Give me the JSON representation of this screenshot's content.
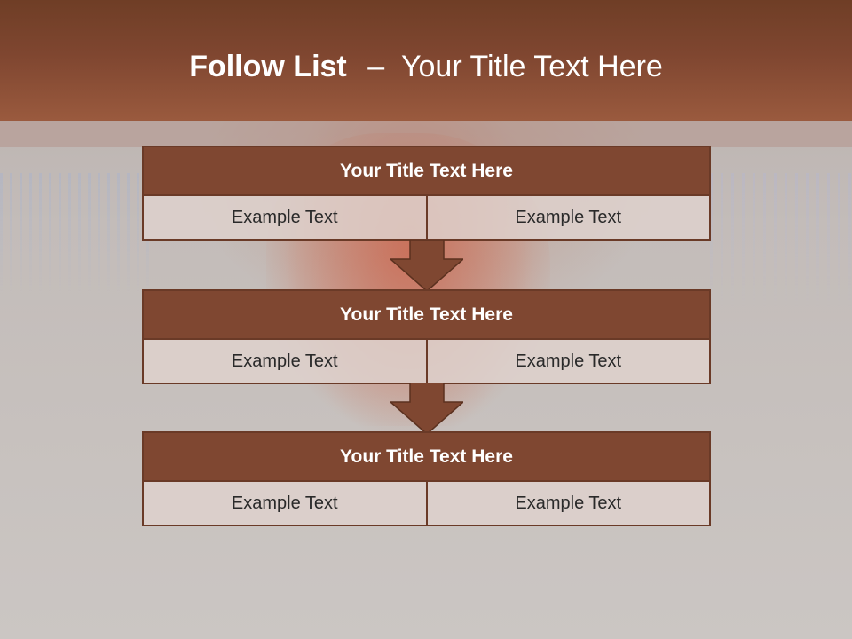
{
  "header": {
    "title_strong": "Follow List",
    "title_dash": "–",
    "title_rest": "Your Title Text Here"
  },
  "blocks": [
    {
      "title": "Your Title Text Here",
      "left_text": "Example Text",
      "right_text": "Example Text"
    },
    {
      "title": "Your Title Text Here",
      "left_text": "Example Text",
      "right_text": "Example Text"
    },
    {
      "title": "Your Title Text Here",
      "left_text": "Example Text",
      "right_text": "Example Text"
    }
  ],
  "colors": {
    "header_top": "#6f3e26",
    "header_bottom": "#9a5a3e",
    "block_title_bg": "#7f4731",
    "block_border": "#6a3a27",
    "arrow_fill": "#7f4731"
  }
}
